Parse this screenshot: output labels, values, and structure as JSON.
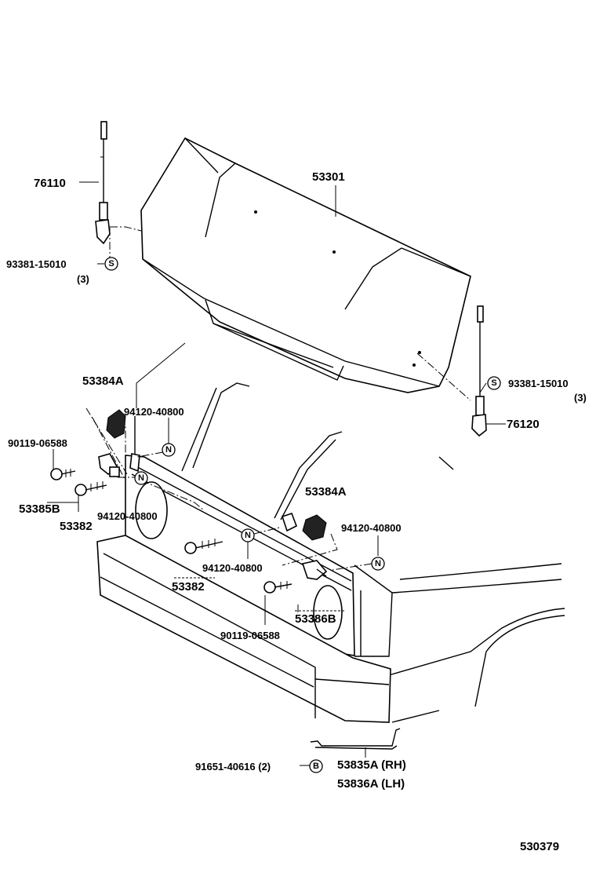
{
  "diagram_id": "530379",
  "symbols": {
    "S": "S",
    "N": "N",
    "B": "B"
  },
  "labels": {
    "p76110": "76110",
    "p53301": "53301",
    "p93381_left": "93381-15010",
    "p93381_left_qty": "(3)",
    "p93381_right": "93381-15010",
    "p93381_right_qty": "(3)",
    "p76120": "76120",
    "p53384A_left": "53384A",
    "p94120_a": "94120-40800",
    "p90119_a": "90119-06588",
    "p53385B": "53385B",
    "p53382_a": "53382",
    "p94120_b": "94120-40800",
    "p53384A_right": "53384A",
    "p94120_c": "94120-40800",
    "p94120_d": "94120-40800",
    "p53382_b": "53382",
    "p53386B": "53386B",
    "p90119_b": "90119-06588",
    "p91651": "91651-40616 (2)",
    "p53835A": "53835A (RH)",
    "p53836A": "53836A (LH)"
  }
}
